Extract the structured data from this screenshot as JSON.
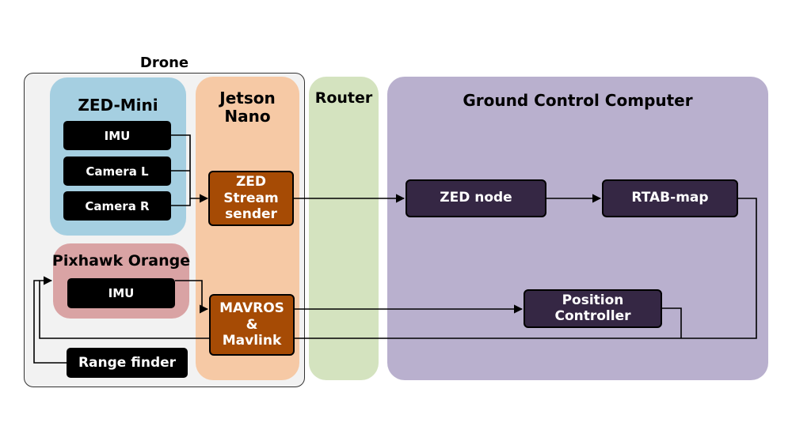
{
  "drone": {
    "title": "Drone"
  },
  "zed_mini": {
    "title": "ZED-Mini",
    "items": [
      "IMU",
      "Camera L",
      "Camera R"
    ]
  },
  "pixhawk": {
    "title": "Pixhawk Orange",
    "items": [
      "IMU"
    ]
  },
  "range_finder": {
    "label": "Range finder"
  },
  "jetson": {
    "title": "Jetson\nNano",
    "zed_sender": "ZED\nStream\nsender",
    "mavros": "MAVROS\n&\nMavlink"
  },
  "router": {
    "title": "Router"
  },
  "gcc": {
    "title": "Ground Control Computer",
    "zed_node": "ZED node",
    "rtab_map": "RTAB-map",
    "position_controller": "Position\nController"
  },
  "colors": {
    "drone_bg": "#f2f2f2",
    "zed_mini_bg": "#a5cfe1",
    "pixhawk_bg": "#d9a3a4",
    "jetson_bg": "#f6c9a5",
    "router_bg": "#d4e3bf",
    "gcc_bg": "#b9b0ce",
    "orange_box": "#a64b05",
    "purple_box": "#352744"
  }
}
